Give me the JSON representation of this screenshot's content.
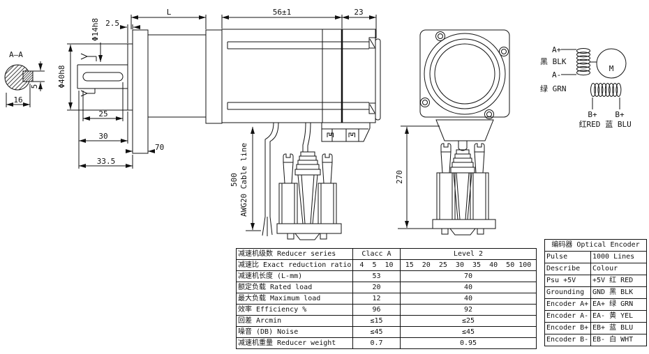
{
  "drawing": {
    "section_label": "A—A",
    "dims": {
      "width16": "16",
      "key5": "5",
      "shaft_dia": "Φ14h8",
      "boss_dia": "Φ40h8",
      "lip": "2.5",
      "gearbox_len": "L",
      "motor_len": "56±1",
      "rear_len": "23",
      "key_len": "25",
      "shaft_len": "30",
      "total_len": "33.5",
      "flange": "70",
      "cable_len": "500",
      "cable_label": "AWG20 Cable line",
      "height": "270"
    }
  },
  "wiring": {
    "phase_a_plus": "A+",
    "phase_a_plus_color": "黑 BLK",
    "phase_a_minus": "A-",
    "phase_a_minus_color": "绿 GRN",
    "motor_symbol": "M",
    "phase_b_left": "B+",
    "phase_b_right": "B+",
    "phase_b_left_color": "红RED",
    "phase_b_right_color": "蓝 BLU"
  },
  "reducer_table": {
    "rows": [
      {
        "label": "减速机级数 Reducer series",
        "class_a": "Clacc A",
        "level_2": "Level 2"
      },
      {
        "label": "减速比 Exact reduction ratio",
        "class_a": "4  5  10",
        "level_2": "15  20  25  30  35  40  50 100"
      },
      {
        "label": "减速机长度 (L-mm)",
        "class_a": "53",
        "level_2": "70"
      },
      {
        "label": "额定负载 Rated load",
        "class_a": "20",
        "level_2": "40"
      },
      {
        "label": "最大负载 Maximum load",
        "class_a": "12",
        "level_2": "40"
      },
      {
        "label": "效率 Efficiency %",
        "class_a": "96",
        "level_2": "92"
      },
      {
        "label": "回差 Arcmin",
        "class_a": "≤15",
        "level_2": "≤25"
      },
      {
        "label": "噪音 (DB) Noise",
        "class_a": "≤45",
        "level_2": "≤45"
      },
      {
        "label": "减速机重量 Reducer weight",
        "class_a": "0.7",
        "level_2": "0.95"
      }
    ]
  },
  "encoder_table": {
    "title": "编码器 Optical Encoder",
    "rows": [
      {
        "name": "Pulse",
        "value": "1000 Lines"
      },
      {
        "name": "Describe",
        "value": "Colour"
      },
      {
        "name": "Psu +5V",
        "value": "+5V 红 RED"
      },
      {
        "name": "Grounding",
        "value": "GND 黑 BLK"
      },
      {
        "name": "Encoder A+",
        "value": "EA+ 绿 GRN"
      },
      {
        "name": "Encoder A-",
        "value": "EA- 黄 YEL"
      },
      {
        "name": "Encoder B+",
        "value": "EB+ 蓝 BLU"
      },
      {
        "name": "Encoder B-",
        "value": "EB- 白 WHT"
      }
    ]
  },
  "colors": {
    "line": "#1a1a1a",
    "background": "#ffffff"
  }
}
